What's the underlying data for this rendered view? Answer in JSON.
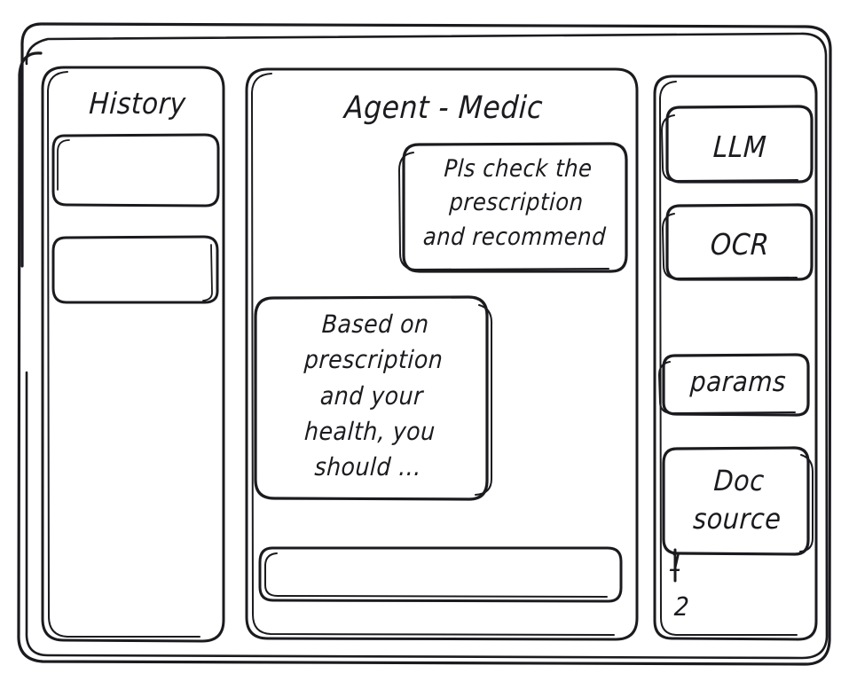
{
  "window": {
    "name": "app-frame"
  },
  "sidebar": {
    "title": "History",
    "items": [
      {
        "name": "history-item-1",
        "label": ""
      },
      {
        "name": "history-item-2",
        "label": ""
      }
    ]
  },
  "main": {
    "title": "Agent - Medic",
    "messages": [
      {
        "role": "user",
        "name": "user-message-bubble",
        "text": "Pls check the\nprescription\nand recommend"
      },
      {
        "role": "agent",
        "name": "agent-message-bubble",
        "text": "Based on\nprescription\nand your\nhealth, you\nshould ..."
      }
    ],
    "composer": {
      "value": "",
      "placeholder": ""
    }
  },
  "tools": {
    "items": [
      {
        "name": "tool-llm",
        "label": "LLM"
      },
      {
        "name": "tool-ocr",
        "label": "OCR"
      },
      {
        "name": "tool-params",
        "label": "params"
      },
      {
        "name": "tool-doc-source",
        "label": "Doc\nsource"
      }
    ],
    "sources": [
      {
        "name": "doc-source-item-1",
        "label": "1"
      },
      {
        "name": "doc-source-item-2",
        "label": "2"
      }
    ]
  },
  "colors": {
    "stroke": "#1b1b1f",
    "background": "#ffffff"
  }
}
